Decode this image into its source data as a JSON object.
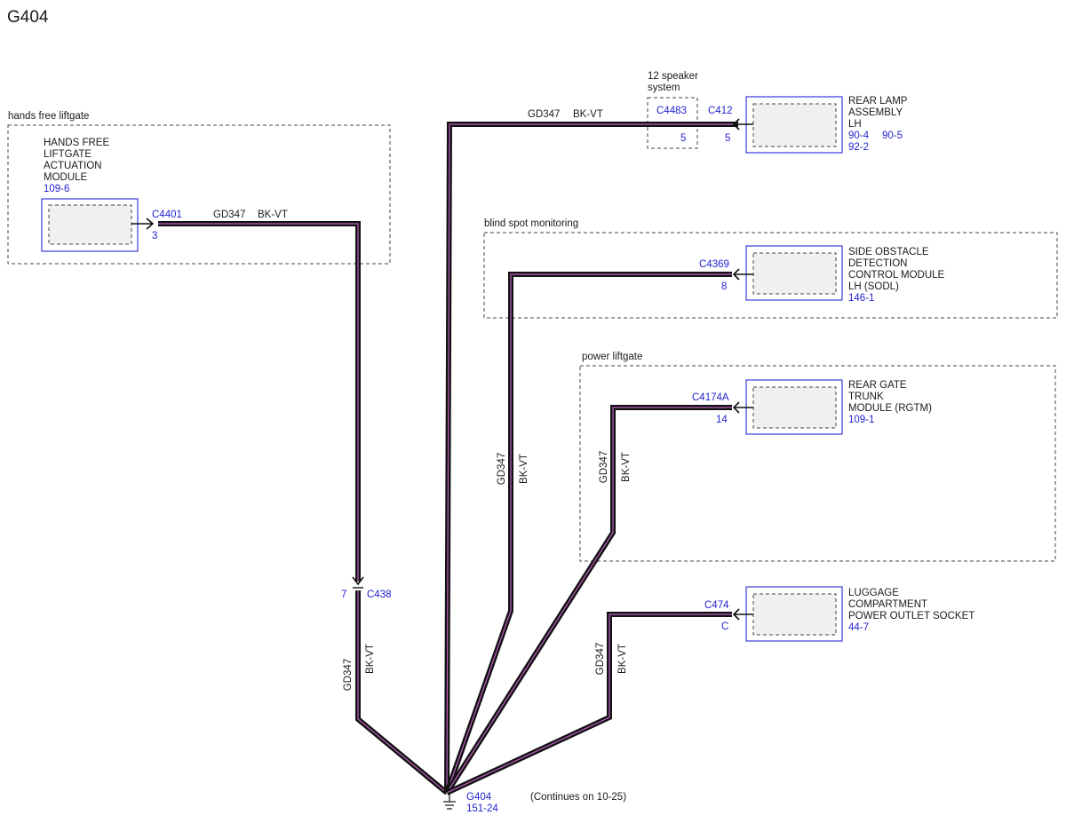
{
  "title": "G404",
  "groups": {
    "hands_free": "hands free liftgate",
    "blind_spot": "blind spot monitoring",
    "power_liftgate": "power liftgate",
    "speaker": [
      "12 speaker",
      "system"
    ]
  },
  "components": {
    "hflam": {
      "name": [
        "HANDS FREE",
        "LIFTGATE",
        "ACTUATION",
        "MODULE"
      ],
      "ref": "109-6"
    },
    "rear_lamp": {
      "name": [
        "REAR LAMP",
        "ASSEMBLY",
        "LH"
      ],
      "refs": [
        "90-4",
        "90-5",
        "92-2"
      ]
    },
    "sodl": {
      "name": [
        "SIDE OBSTACLE",
        "DETECTION",
        "CONTROL MODULE",
        "LH (SODL)"
      ],
      "ref": "146-1"
    },
    "rgtm": {
      "name": [
        "REAR GATE",
        "TRUNK",
        "MODULE (RGTM)"
      ],
      "ref": "109-1"
    },
    "luggage": {
      "name": [
        "LUGGAGE",
        "COMPARTMENT",
        "POWER OUTLET SOCKET"
      ],
      "ref": "44-7"
    }
  },
  "connectors": {
    "c4401": {
      "id": "C4401",
      "pin": "3"
    },
    "c4483": {
      "id": "C4483",
      "pin": "5"
    },
    "c412": {
      "id": "C412",
      "pin": "5"
    },
    "c4369": {
      "id": "C4369",
      "pin": "8"
    },
    "c4174a": {
      "id": "C4174A",
      "pin": "14"
    },
    "c474": {
      "id": "C474",
      "pin": "C"
    },
    "c438": {
      "id": "C438",
      "pin": "7"
    }
  },
  "wire": {
    "circuit": "GD347",
    "color": "BK-VT"
  },
  "ground": {
    "id": "G404",
    "ref": "151-24",
    "note": "(Continues on 10-25)"
  },
  "colors": {
    "wire": "#111111",
    "wire_stripe": "#c060c0",
    "ref_text": "#1f1fd0",
    "component_border": "#3a3ad8"
  }
}
